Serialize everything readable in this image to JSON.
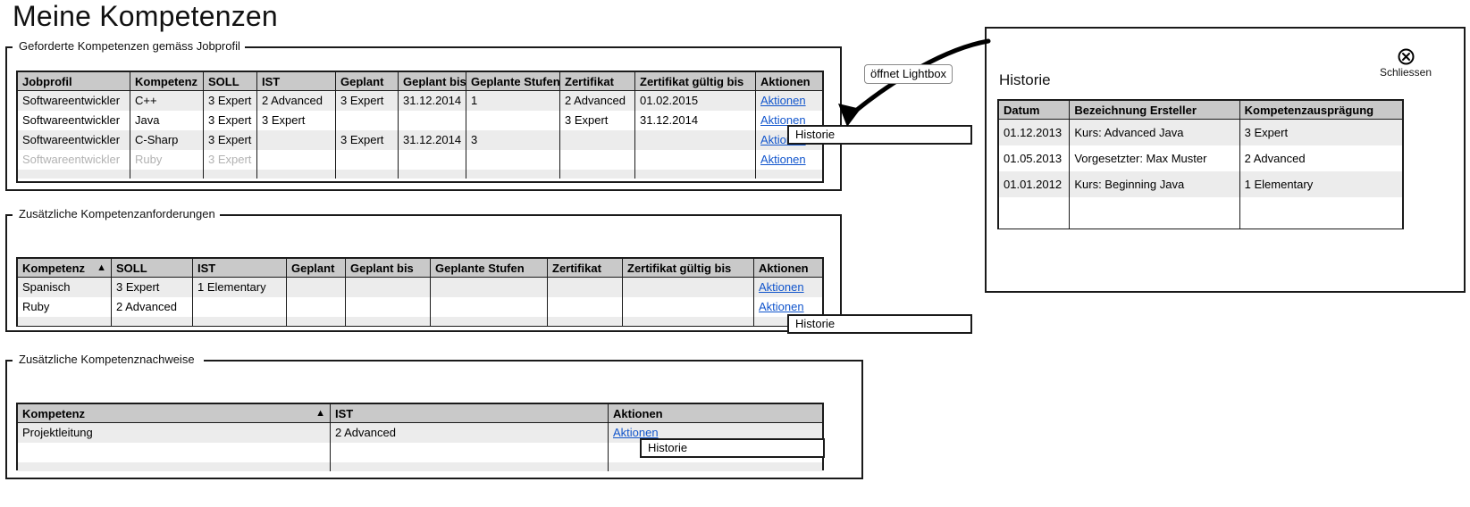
{
  "page": {
    "title": "Meine Kompetenzen"
  },
  "annotation": {
    "label": "öffnet Lightbox"
  },
  "menus": {
    "historie_label": "Historie"
  },
  "sections": [
    {
      "legend": "Geforderte Kompetenzen gemäss Jobprofil",
      "table": {
        "columns": [
          "Jobprofil",
          "Kompetenz",
          "SOLL",
          "IST",
          "Geplant",
          "Geplant bis",
          "Geplante Stufen",
          "Zertifikat",
          "Zertifikat gültig bis",
          "Aktionen"
        ],
        "rows": [
          {
            "cells": [
              "Softwareentwickler",
              "C++",
              "3 Expert",
              "2 Advanced",
              "3 Expert",
              "31.12.2014",
              "1",
              "2 Advanced",
              "01.02.2015",
              "Aktionen"
            ],
            "dim": false
          },
          {
            "cells": [
              "Softwareentwickler",
              "Java",
              "3 Expert",
              "3 Expert",
              "",
              "",
              "",
              "3 Expert",
              "31.12.2014",
              "Aktionen"
            ],
            "dim": false
          },
          {
            "cells": [
              "Softwareentwickler",
              "C-Sharp",
              "3 Expert",
              "",
              "3 Expert",
              "31.12.2014",
              "3",
              "",
              "",
              "Aktionen"
            ],
            "dim": false
          },
          {
            "cells": [
              "Softwareentwickler",
              "Ruby",
              "3 Expert",
              "",
              "",
              "",
              "",
              "",
              "",
              "Aktionen"
            ],
            "dim": true
          }
        ]
      }
    },
    {
      "legend": "Zusätzliche Kompetenzanforderungen",
      "table": {
        "columns": [
          "Kompetenz",
          "SOLL",
          "IST",
          "Geplant",
          "Geplant bis",
          "Geplante Stufen",
          "Zertifikat",
          "Zertifikat gültig bis",
          "Aktionen"
        ],
        "sorted_column": "Kompetenz",
        "sort_direction": "▲",
        "rows": [
          {
            "cells": [
              "Spanisch",
              "3 Expert",
              "1 Elementary",
              "",
              "",
              "",
              "",
              "",
              "Aktionen"
            ],
            "dim": false
          },
          {
            "cells": [
              "Ruby",
              "2 Advanced",
              "",
              "",
              "",
              "",
              "",
              "",
              "Aktionen"
            ],
            "dim": false
          }
        ]
      }
    },
    {
      "legend": "Zusätzliche Kompetenznachweise",
      "table": {
        "columns": [
          "Kompetenz",
          "IST",
          "Aktionen"
        ],
        "sorted_column": "Kompetenz",
        "sort_direction": "▲",
        "rows": [
          {
            "cells": [
              "Projektleitung",
              "2 Advanced",
              "Aktionen"
            ],
            "dim": false
          }
        ]
      }
    }
  ],
  "lightbox": {
    "title": "Historie",
    "close_label": "Schliessen",
    "close_icon": "close-circle-icon",
    "table": {
      "columns": [
        "Datum",
        "Bezeichnung Ersteller",
        "Kompetenzausprägung"
      ],
      "rows": [
        [
          "01.12.2013",
          "Kurs: Advanced Java",
          "3 Expert"
        ],
        [
          "01.05.2013",
          "Vorgesetzter: Max Muster",
          "2 Advanced"
        ],
        [
          "01.01.2012",
          "Kurs: Beginning Java",
          "1 Elementary"
        ]
      ]
    }
  },
  "colors": {
    "header_bg": "#c9c9c9",
    "row_alt_bg": "#ececec",
    "border": "#1a1a1a",
    "link": "#1155cc",
    "dim_text": "#b2b2b2"
  }
}
